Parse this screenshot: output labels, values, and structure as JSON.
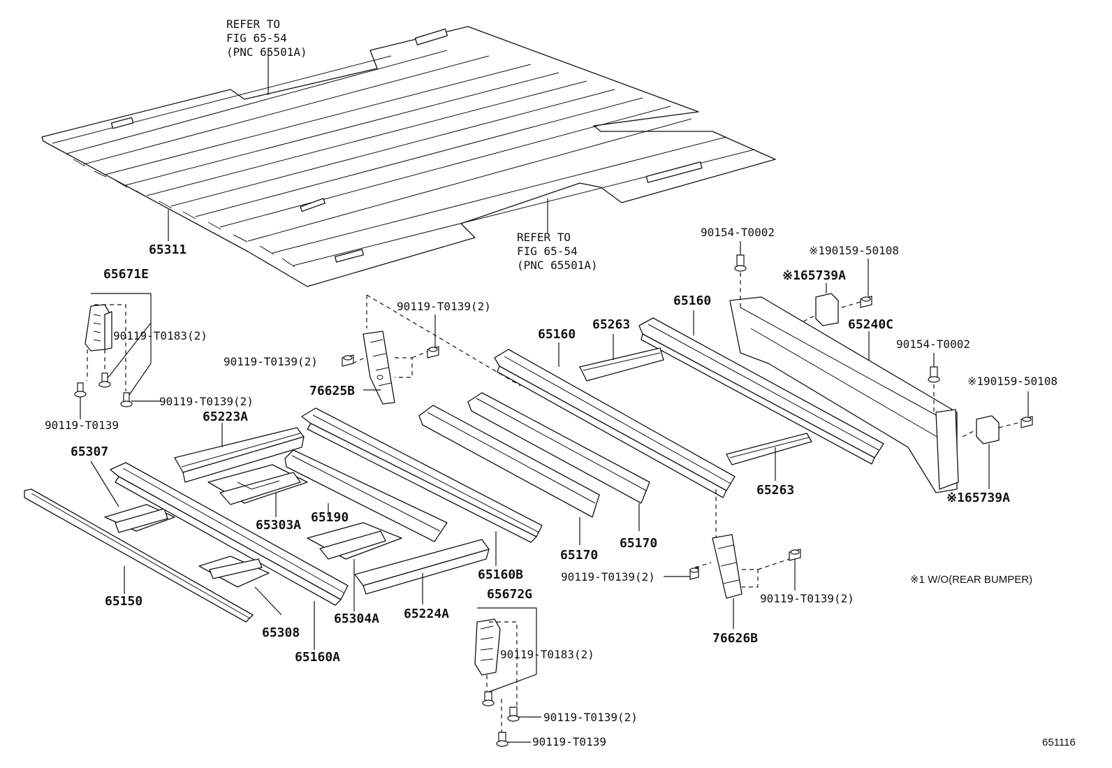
{
  "labels": {
    "ref_top_1": "REFER TO",
    "ref_top_2": "FIG 65-54",
    "ref_top_3": "(PNC 65501A)",
    "ref_mid_1": "REFER TO",
    "ref_mid_2": "FIG 65-54",
    "ref_mid_3": "(PNC 65501A)",
    "p65311": "65311",
    "p65671E": "65671E",
    "p90119_T0183_a": "90119-T0183(2)",
    "p90119_T0139_2_a": "90119-T0139(2)",
    "p90119_T0139_a": "90119-T0139",
    "p90119_T0139_2_b": "90119-T0139(2)",
    "p90119_T0139_2_c": "90119-T0139(2)",
    "p76625B": "76625B",
    "p65223A": "65223A",
    "p65307": "65307",
    "p65303A": "65303A",
    "p65190": "65190",
    "p65150": "65150",
    "p65308": "65308",
    "p65160A": "65160A",
    "p65304A": "65304A",
    "p65224A": "65224A",
    "p65160B": "65160B",
    "p65672G": "65672G",
    "p90119_T0183_b": "90119-T0183(2)",
    "p90119_T0139_2_d": "90119-T0139(2)",
    "p90119_T0139_b": "90119-T0139",
    "p65160_a": "65160",
    "p65170_a": "65170",
    "p65170_b": "65170",
    "p65263_a": "65263",
    "p65160_b": "65160",
    "p65263_b": "65263",
    "p90154_T0002_a": "90154-T0002",
    "p190159_50108_a": "※190159-50108",
    "p165739A_a": "※165739A",
    "p65240C": "65240C",
    "p90154_T0002_b": "90154-T0002",
    "p190159_50108_b": "※190159-50108",
    "p165739A_b": "※165739A",
    "p90119_T0139_2_e": "90119-T0139(2)",
    "p76626B": "76626B",
    "p90119_T0139_2_f": "90119-T0139(2)",
    "footnote": "※1 W/O(REAR BUMPER)",
    "figure_id": "651116"
  }
}
